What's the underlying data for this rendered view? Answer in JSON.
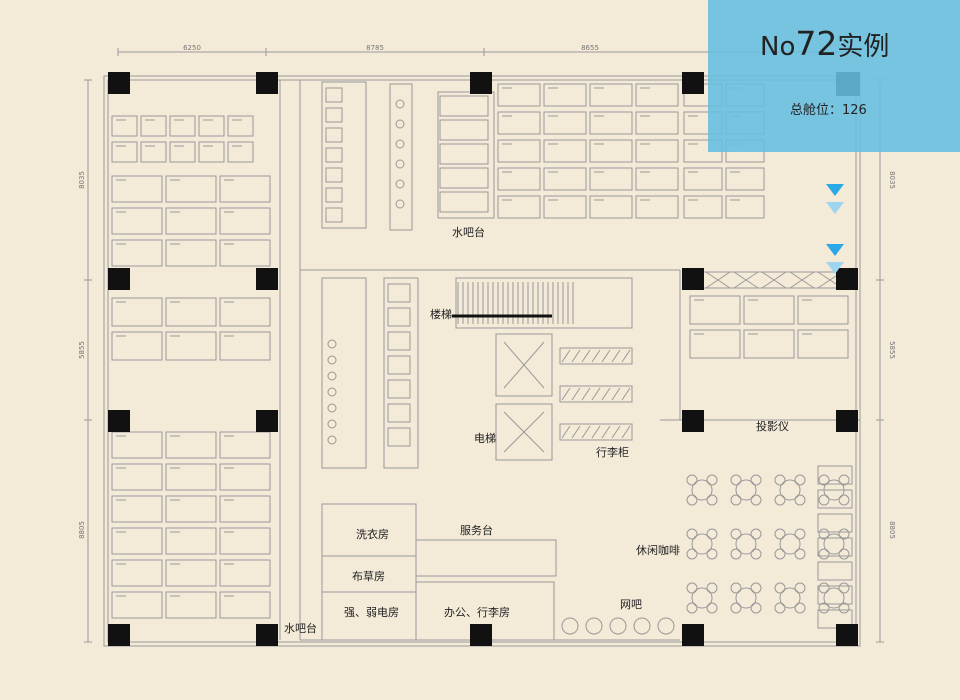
{
  "header": {
    "title_prefix": "No",
    "title_number": "72",
    "title_suffix": "实例",
    "capacity_label": "总舱位：",
    "capacity_value": "126"
  },
  "dimensions": {
    "top": [
      "6250",
      "8785",
      "8655"
    ],
    "left": [
      "8035",
      "5855",
      "8805"
    ],
    "right": [
      "8035",
      "5855",
      "8805"
    ]
  },
  "rooms": {
    "water_bar_top": "水吧台",
    "stairs": "楼梯",
    "elevator": "电梯",
    "luggage_cabinet": "行李柜",
    "projector": "投影仪",
    "service_desk": "服务台",
    "laundry": "洗衣房",
    "linen_room": "布草房",
    "electrical_room": "强、弱电房",
    "office_luggage": "办公、行李房",
    "leisure_cafe": "休闲咖啡",
    "internet_bar": "网吧",
    "water_bar_bottom": "水吧台"
  },
  "colors": {
    "background": "#f3ead8",
    "wall": "#111111",
    "accent_blue": "#2ba9e6",
    "info_box": "#65bee0"
  }
}
